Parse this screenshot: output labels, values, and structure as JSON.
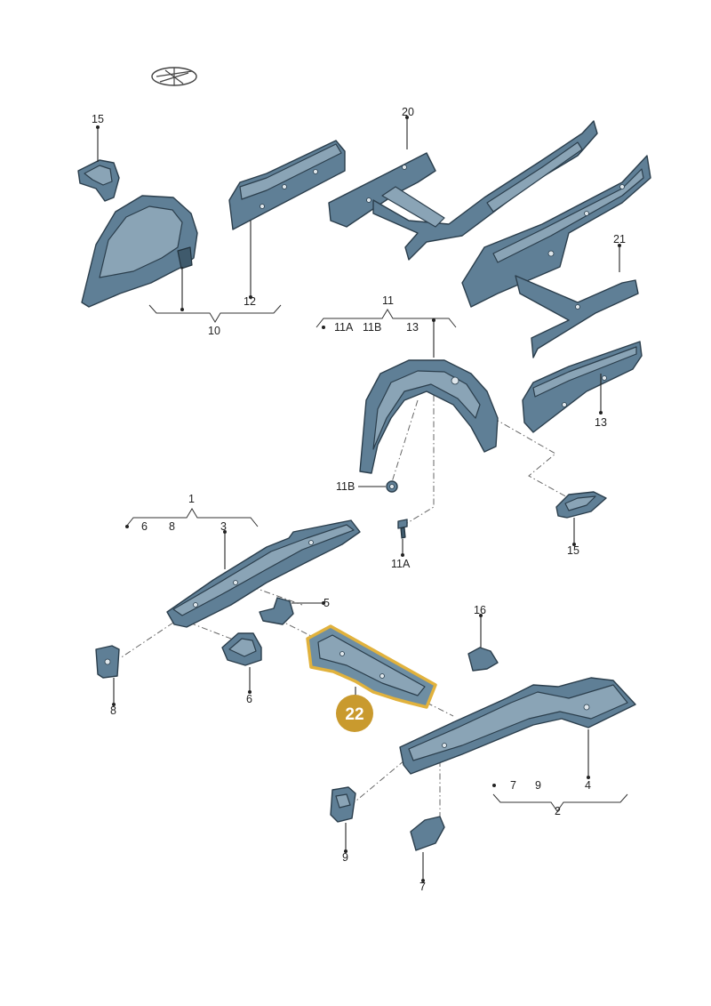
{
  "callouts": {
    "c15_top": "15",
    "c12": "12",
    "c10": "10",
    "c20": "20",
    "c21": "21",
    "c11": "11",
    "c11A_group": "11A",
    "c11B_group": "11B",
    "c13_group": "13",
    "c13": "13",
    "c11B": "11B",
    "c11A": "11A",
    "c15_right": "15",
    "c1": "1",
    "c6_group": "6",
    "c8_group": "8",
    "c3": "3",
    "c5": "5",
    "c6": "6",
    "c8": "8",
    "c16": "16",
    "c7_group": "7",
    "c9_group": "9",
    "c4": "4",
    "c2": "2",
    "c9": "9",
    "c7": "7"
  },
  "highlight_badge": "22",
  "colors": {
    "part": "#5f7f96",
    "highlight_outline": "#e1b23d",
    "badge": "#c99a2e"
  },
  "icons": {
    "logo": "brand-emblem-icon"
  }
}
